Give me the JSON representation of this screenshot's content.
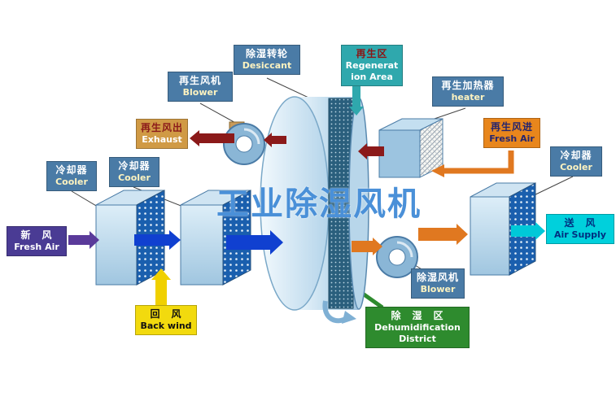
{
  "watermark": "工业除湿风机",
  "labels": {
    "desiccant": {
      "zh": "除湿转轮",
      "en": "Desiccant"
    },
    "regen_area": {
      "zh": "再生区",
      "en": "Regeneration Area"
    },
    "regen_blower": {
      "zh": "再生风机",
      "en": "Blower"
    },
    "regen_heater": {
      "zh": "再生加热器",
      "en": "heater"
    },
    "exhaust": {
      "zh": "再生风出",
      "en": "Exhaust"
    },
    "regen_fresh_air": {
      "zh": "再生风进",
      "en": "Fresh Air"
    },
    "cooler_left": {
      "zh": "冷却器",
      "en": "Cooler"
    },
    "cooler_mid": {
      "zh": "冷却器",
      "en": "Cooler"
    },
    "cooler_right": {
      "zh": "冷却器",
      "en": "Cooler"
    },
    "fresh_air": {
      "zh": "新　风",
      "en": "Fresh Air"
    },
    "air_supply": {
      "zh": "送　风",
      "en": "Air Supply"
    },
    "back_wind": {
      "zh": "回　风",
      "en": "Back wind"
    },
    "dehum_blower": {
      "zh": "除湿风机",
      "en": "Blower"
    },
    "dehum_district": {
      "zh": "除　湿　区",
      "en": "Dehumidification District"
    }
  },
  "colors": {
    "label_blue": "#4a7ba6",
    "label_teal": "#2fa8ad",
    "label_tan": "#d09a45",
    "label_orange": "#e8861c",
    "label_purple": "#4a3b94",
    "label_cyan": "#00d0dc",
    "label_yellow": "#f2da0e",
    "label_green": "#2e8b2e",
    "arrow_dark_red": "#8b1a1a",
    "arrow_orange": "#e07820",
    "arrow_blue": "#1040d0",
    "arrow_purple": "#5a3a9a",
    "arrow_yellow": "#f0d000",
    "arrow_cyan": "#00c8d8",
    "arrow_teal": "#2fa8ad",
    "watermark_blue": "#4a90d8"
  }
}
